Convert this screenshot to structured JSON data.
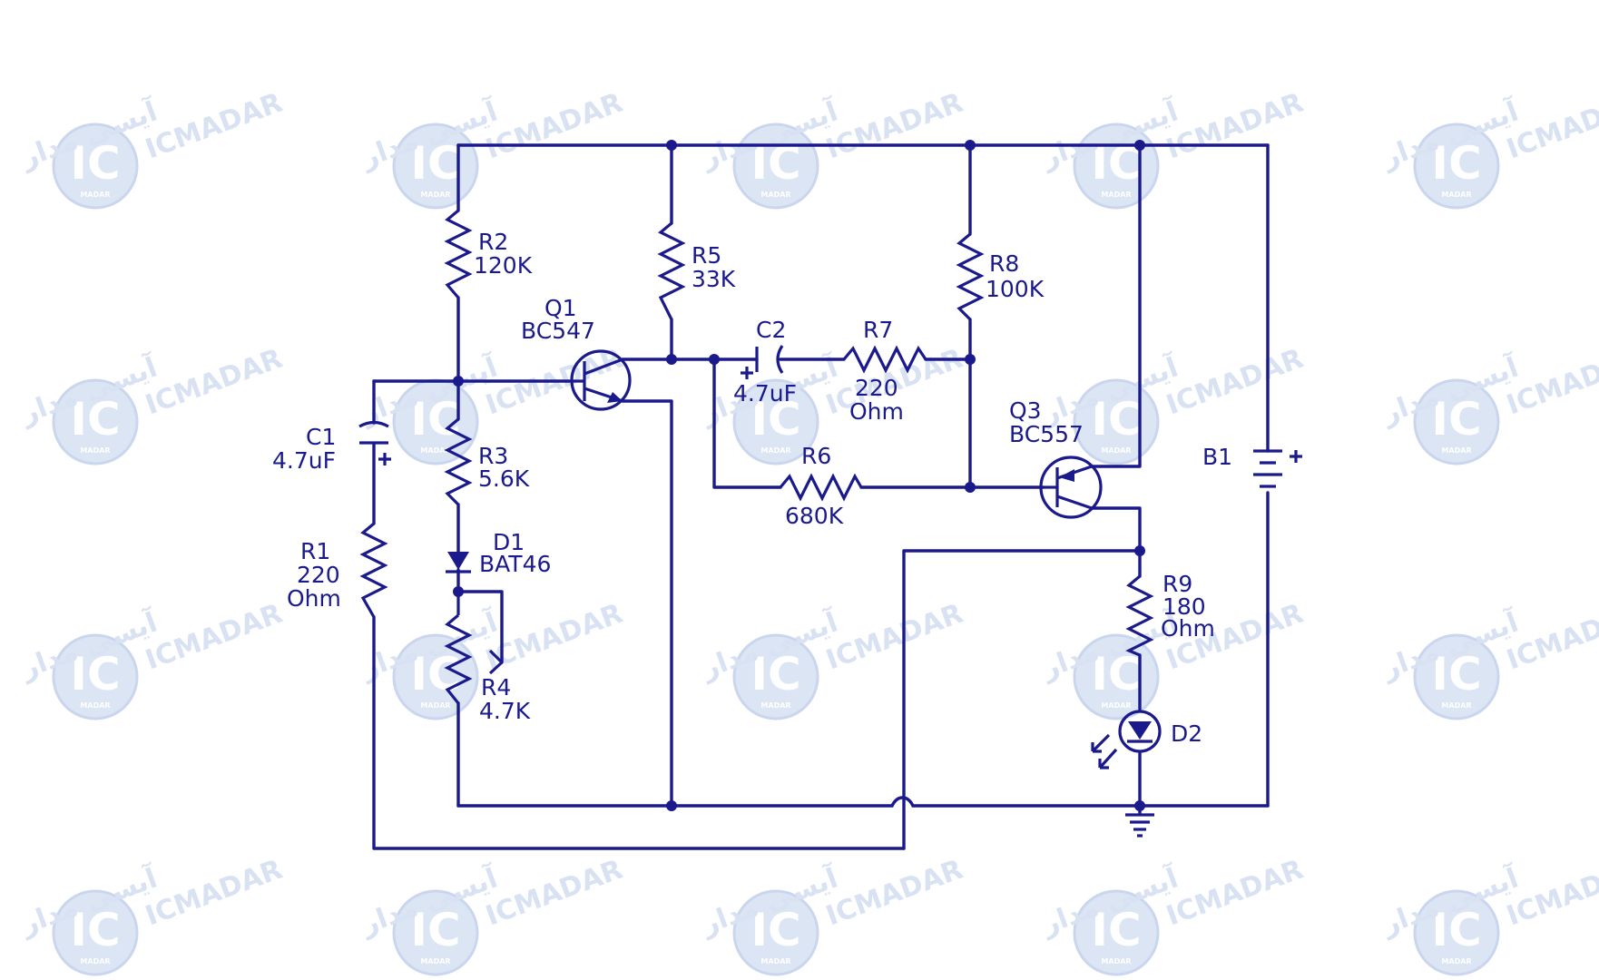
{
  "watermark": {
    "brand_latin": "ICMADAR",
    "brand_persian": "آیسی مدار",
    "logo_text": "IC",
    "logo_subtext": "MADAR"
  },
  "components": {
    "R1": {
      "ref": "R1",
      "value_line1": "220",
      "value_line2": "Ohm"
    },
    "R2": {
      "ref": "R2",
      "value": "120K"
    },
    "R3": {
      "ref": "R3",
      "value": "5.6K"
    },
    "R4": {
      "ref": "R4",
      "value": "4.7K"
    },
    "R5": {
      "ref": "R5",
      "value": "33K"
    },
    "R6": {
      "ref": "R6",
      "value": "680K"
    },
    "R7": {
      "ref": "R7",
      "value_line1": "220",
      "value_line2": "Ohm"
    },
    "R8": {
      "ref": "R8",
      "value": "100K"
    },
    "R9": {
      "ref": "R9",
      "value_line1": "180",
      "value_line2": "Ohm"
    },
    "C1": {
      "ref": "C1",
      "value": "4.7uF"
    },
    "C2": {
      "ref": "C2",
      "value": "4.7uF"
    },
    "Q1": {
      "ref": "Q1",
      "value": "BC547"
    },
    "Q3": {
      "ref": "Q3",
      "value": "BC557"
    },
    "D1": {
      "ref": "D1",
      "value": "BAT46"
    },
    "D2": {
      "ref": "D2"
    },
    "B1": {
      "ref": "B1"
    }
  },
  "colors": {
    "circuit": "#1a1a8c",
    "watermark": "#d9e2f2",
    "background": "#ffffff"
  }
}
